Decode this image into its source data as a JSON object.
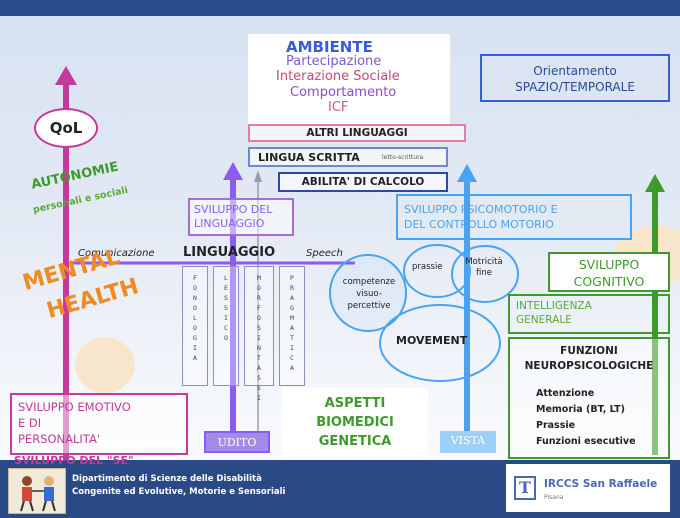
{
  "diagram": {
    "ambiente_box": {
      "lines": [
        "AMBIENTE",
        "Partecipazione",
        "Interazione Sociale",
        "Comportamento",
        "ICF"
      ]
    },
    "orientamento": "Orientamento\nSPAZIO/TEMPORALE",
    "qol": "QoL",
    "altri_linguaggi": "ALTRI LINGUAGGI",
    "lingua_scritta": "LINGUA SCRITTA",
    "lingua_scritta_small": "letto-scrittura",
    "abilita_calcolo": "ABILITA' DI CALCOLO",
    "autonomie_title": "AUTONOMIE",
    "autonomie_sub": "personali e sociali",
    "sviluppo_linguaggio": "SVILUPPO DEL\nLINGUAGGIO",
    "comunicazione": "Comunicazione",
    "linguaggio": "LINGUAGGIO",
    "speech": "Speech",
    "mental_health_1": "MENTAL",
    "mental_health_2": "HEALTH",
    "language_columns": [
      "FONOLOGIA",
      "LESSICO",
      "MORFOSINTASSI",
      "PRAGMATICA"
    ],
    "sviluppo_psicomotorio": "SVILUPPO PSICOMOTORIO E\nDEL CONTROLLO MOTORIO",
    "prassie": "prassie",
    "motricita_fine": "Motricità\nfine",
    "competenze": "competenze\nvisuo-\npercettive",
    "movement": "MOVEMENT",
    "sviluppo_cognitivo": "SVILUPPO\nCOGNITIVO",
    "intelligenza_generale": "INTELLIGENZA\nGENERALE",
    "funzioni_title": "FUNZIONI\nNEUROPSICOLOGICHE",
    "funzioni_items": [
      "Attenzione",
      "Memoria (BT, LT)",
      "Prassie",
      "Funzioni esecutive"
    ],
    "sviluppo_emotivo": "SVILUPPO EMOTIVO\nE DI\nPERSONALITA'",
    "sviluppo_se": "SVILUPPO DEL \"SE\"",
    "udito": "UDITO",
    "aspetti_biomedici": "ASPETTI\nBIOMEDICI\nGENETICA",
    "vista": "VISTA"
  },
  "footer": {
    "dept_line1": "Dipartimento di Scienze delle Disabilità",
    "dept_line2": "Congenite ed Evolutive, Motorie e Sensoriali",
    "irccs": "IRCCS San Raffaele",
    "irccs_sub": "Pisana"
  },
  "colors": {
    "magenta": "#c33a9a",
    "purple": "#8b5cf0",
    "blue_arrow": "#4aa3f0",
    "green": "#3e9a2a",
    "green_text": "#5aa838",
    "orange": "#f08a24",
    "navy": "#2a4a86"
  }
}
